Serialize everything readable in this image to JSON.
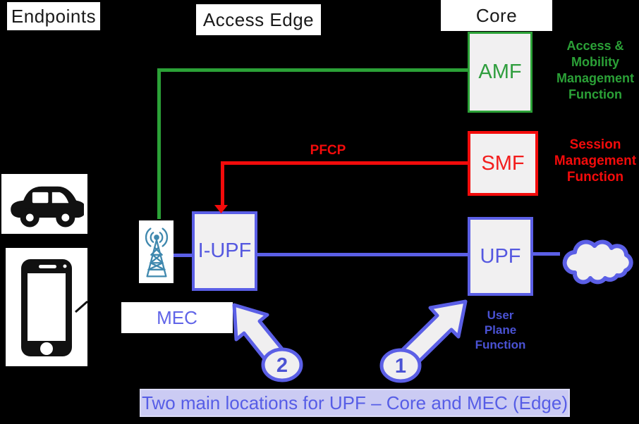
{
  "sections": {
    "endpoints": "Endpoints",
    "access_edge": "Access Edge",
    "core": "Core"
  },
  "nodes": {
    "amf": {
      "label": "AMF",
      "description": "Access &\nMobility\nManagement\nFunction"
    },
    "smf": {
      "label": "SMF",
      "description": "Session\nManagement\nFunction"
    },
    "iupf": {
      "label": "I-UPF"
    },
    "upf": {
      "label": "UPF",
      "description": "User\nPlane\nFunction"
    },
    "mec": {
      "label": "MEC"
    }
  },
  "links": {
    "pfcp": "PFCP"
  },
  "callouts": {
    "core_upf_number": "1",
    "mec_upf_number": "2"
  },
  "banner": {
    "text": "Two main locations for UPF – Core and MEC (Edge)"
  },
  "icons": {
    "car": "car-icon",
    "smartphone": "smartphone-icon",
    "antenna": "cell-tower-icon",
    "cloud": "internet-cloud-icon"
  },
  "colors": {
    "background": "#000000",
    "amf_green": "#2ba137",
    "smf_red": "#f30b0b",
    "upf_blue": "#5b5fe6",
    "node_fill": "#f1f0f1",
    "antenna_blue": "#3f88ae",
    "banner_bg": "#cbcbf3",
    "banner_text": "#565de6"
  }
}
